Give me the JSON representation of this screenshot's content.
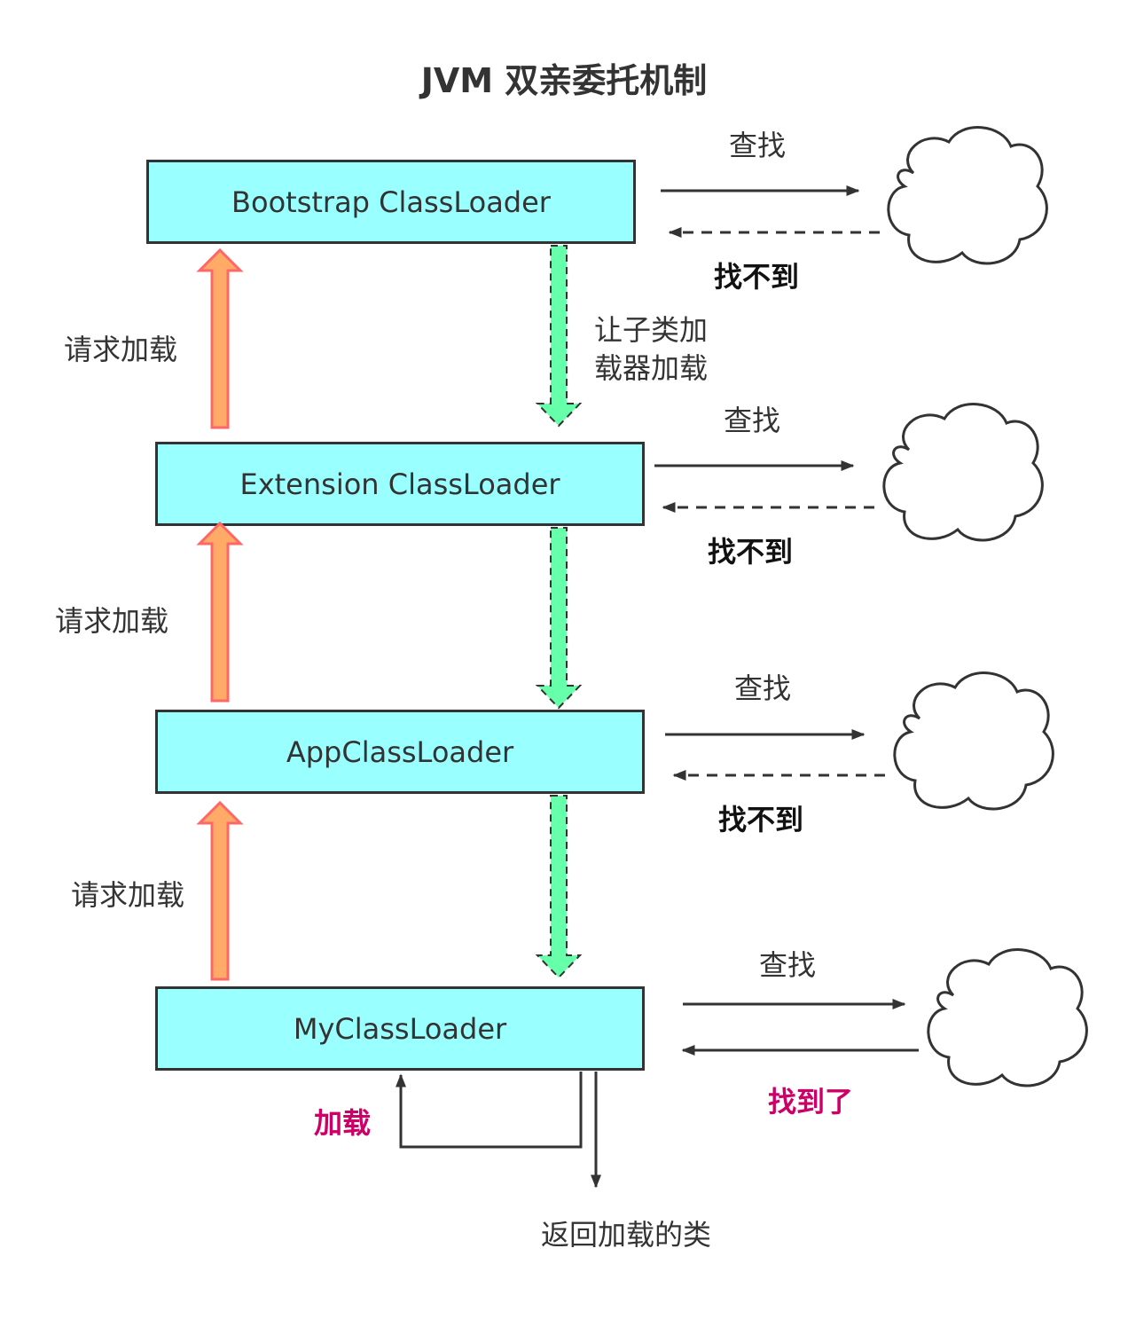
{
  "title": "JVM 双亲委托机制",
  "loaders": [
    {
      "name": "Bootstrap ClassLoader"
    },
    {
      "name": "Extension ClassLoader"
    },
    {
      "name": "AppClassLoader"
    },
    {
      "name": "MyClassLoader"
    }
  ],
  "labels": {
    "request_load": "请求加载",
    "search": "查找",
    "not_found": "找不到",
    "found": "找到了",
    "delegate_line1": "让子类加",
    "delegate_line2": "载器加载",
    "load": "加载",
    "return_class": "返回加载的类"
  },
  "icons": {
    "external": "cloud-icon"
  },
  "colors": {
    "box_fill": "#99ffff",
    "request_arrow": "#ff6666",
    "request_arrow_fill": "#ffaa66",
    "delegate_arrow": "#66ffaa",
    "found_text": "#cc0066"
  }
}
